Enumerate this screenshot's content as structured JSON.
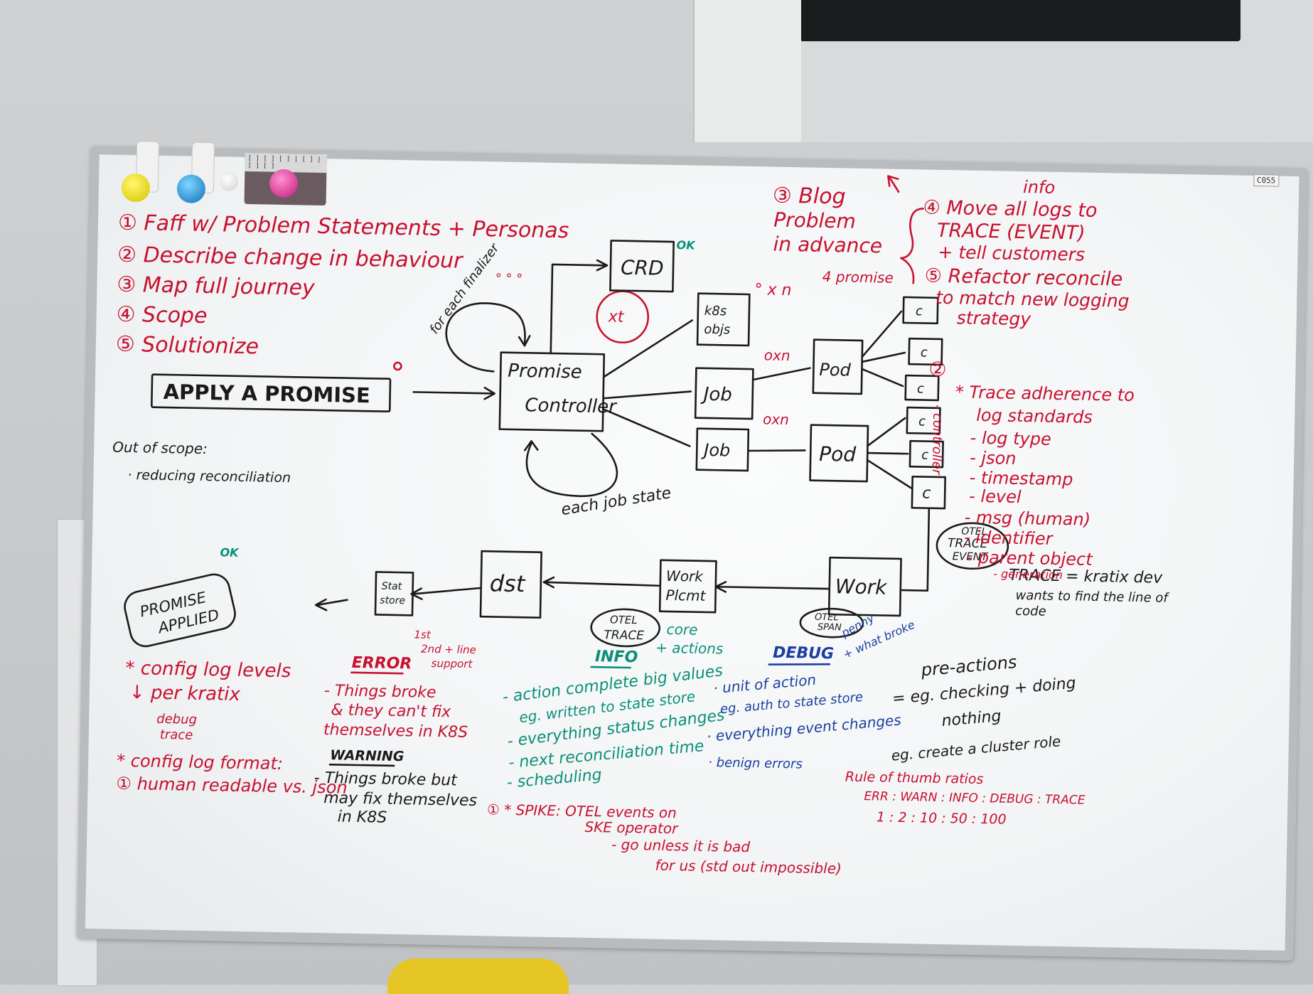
{
  "board_tag": "C055",
  "magnet_card": "[ ] [ ] [ ] | [ ] | [ ] [ ]",
  "left_list": [
    "① Faff w/ Problem Statements + Personas",
    "② Describe change in behaviour",
    "③ Map full journey",
    "④ Scope",
    "⑤ Solutionize"
  ],
  "apply_box": "APPLY A PROMISE",
  "out_of_scope_title": "Out of scope:",
  "out_of_scope_item": "· reducing reconciliation",
  "finalizer_label": "for each finalizer",
  "circle_x": "xt",
  "nodes": {
    "promise_controller_1": "Promise",
    "promise_controller_2": "Controller",
    "crd": "CRD",
    "k8s_1": "k8s",
    "k8s_2": "objs",
    "job_a": "Job",
    "job_b": "Job",
    "pod_a": "Pod",
    "pod_b": "Pod",
    "c": "c",
    "work": "Work",
    "work_placement_1": "Work",
    "work_placement_2": "Plcmt",
    "dst": "dst",
    "state_store_1": "Stat",
    "state_store_2": "store",
    "promise_applied_1": "PROMISE",
    "promise_applied_2": "APPLIED"
  },
  "mult": {
    "xn_k8s": "° x n",
    "oxn_1": "oxn",
    "oxn_2": "oxn"
  },
  "each_job_state": "each job state",
  "otel_trace_event": [
    "OTEL",
    "TRACE",
    "EVENT"
  ],
  "otel_trace": [
    "OTEL",
    "TRACE"
  ],
  "otel_span": [
    "OTEL",
    "SPAN"
  ],
  "ok_marks": "OK",
  "trace_def": [
    "TRACE = kratix dev",
    "wants to find the line of",
    "code"
  ],
  "blog": [
    "③ Blog",
    "Problem",
    "in advance"
  ],
  "promise_label": "4 promise",
  "info_label": "info",
  "right_top": [
    "④ Move all logs to",
    "TRACE (EVENT)",
    "+ tell customers",
    "⑤ Refactor reconcile",
    "to match new logging",
    "strategy"
  ],
  "right_list_num": "②",
  "controller_vertical": "- controller",
  "right_list": [
    "* Trace adherence to",
    "log standards",
    "- log type",
    "- json",
    "- timestamp",
    "- level",
    "- msg (human)",
    "- identifier",
    "- parent object",
    "- generation"
  ],
  "config_notes": [
    "* config log levels",
    "↓ per kratix",
    "debug",
    "trace",
    "* config log format:",
    "① human readable vs. json"
  ],
  "error": {
    "title": "ERROR",
    "aside": [
      "1st",
      "2nd + line",
      "support"
    ],
    "lines": [
      "- Things broke",
      "& they can't fix",
      "themselves in K8S"
    ]
  },
  "warning": {
    "title": "WARNING",
    "lines": [
      "- Things broke but",
      "may fix themselves",
      "in K8S"
    ]
  },
  "info": {
    "title": "INFO",
    "aside": [
      "core",
      "+ actions"
    ],
    "lines": [
      "- action complete big values",
      "eg. written to state store",
      "- everything status changes",
      "- next reconciliation time",
      "- scheduling"
    ]
  },
  "spike": [
    "① * SPIKE: OTEL events on",
    "SKE operator",
    "- go unless it is bad",
    "for us (std out impossible)"
  ],
  "debug": {
    "title": "DEBUG",
    "aside": [
      "penny",
      "+ what broke"
    ],
    "lines": [
      "· unit of action",
      "eg. auth to state store",
      "· everything event changes",
      "· benign errors"
    ]
  },
  "pre_actions": {
    "title": "pre-actions",
    "lines": [
      "= eg. checking + doing",
      "nothing"
    ]
  },
  "cluster_role": "eg. create a cluster role",
  "ratio": {
    "title": "Rule of thumb ratios",
    "labels": "ERR : WARN : INFO : DEBUG : TRACE",
    "values": "1 :   2 :   10 :   50 :   100"
  }
}
